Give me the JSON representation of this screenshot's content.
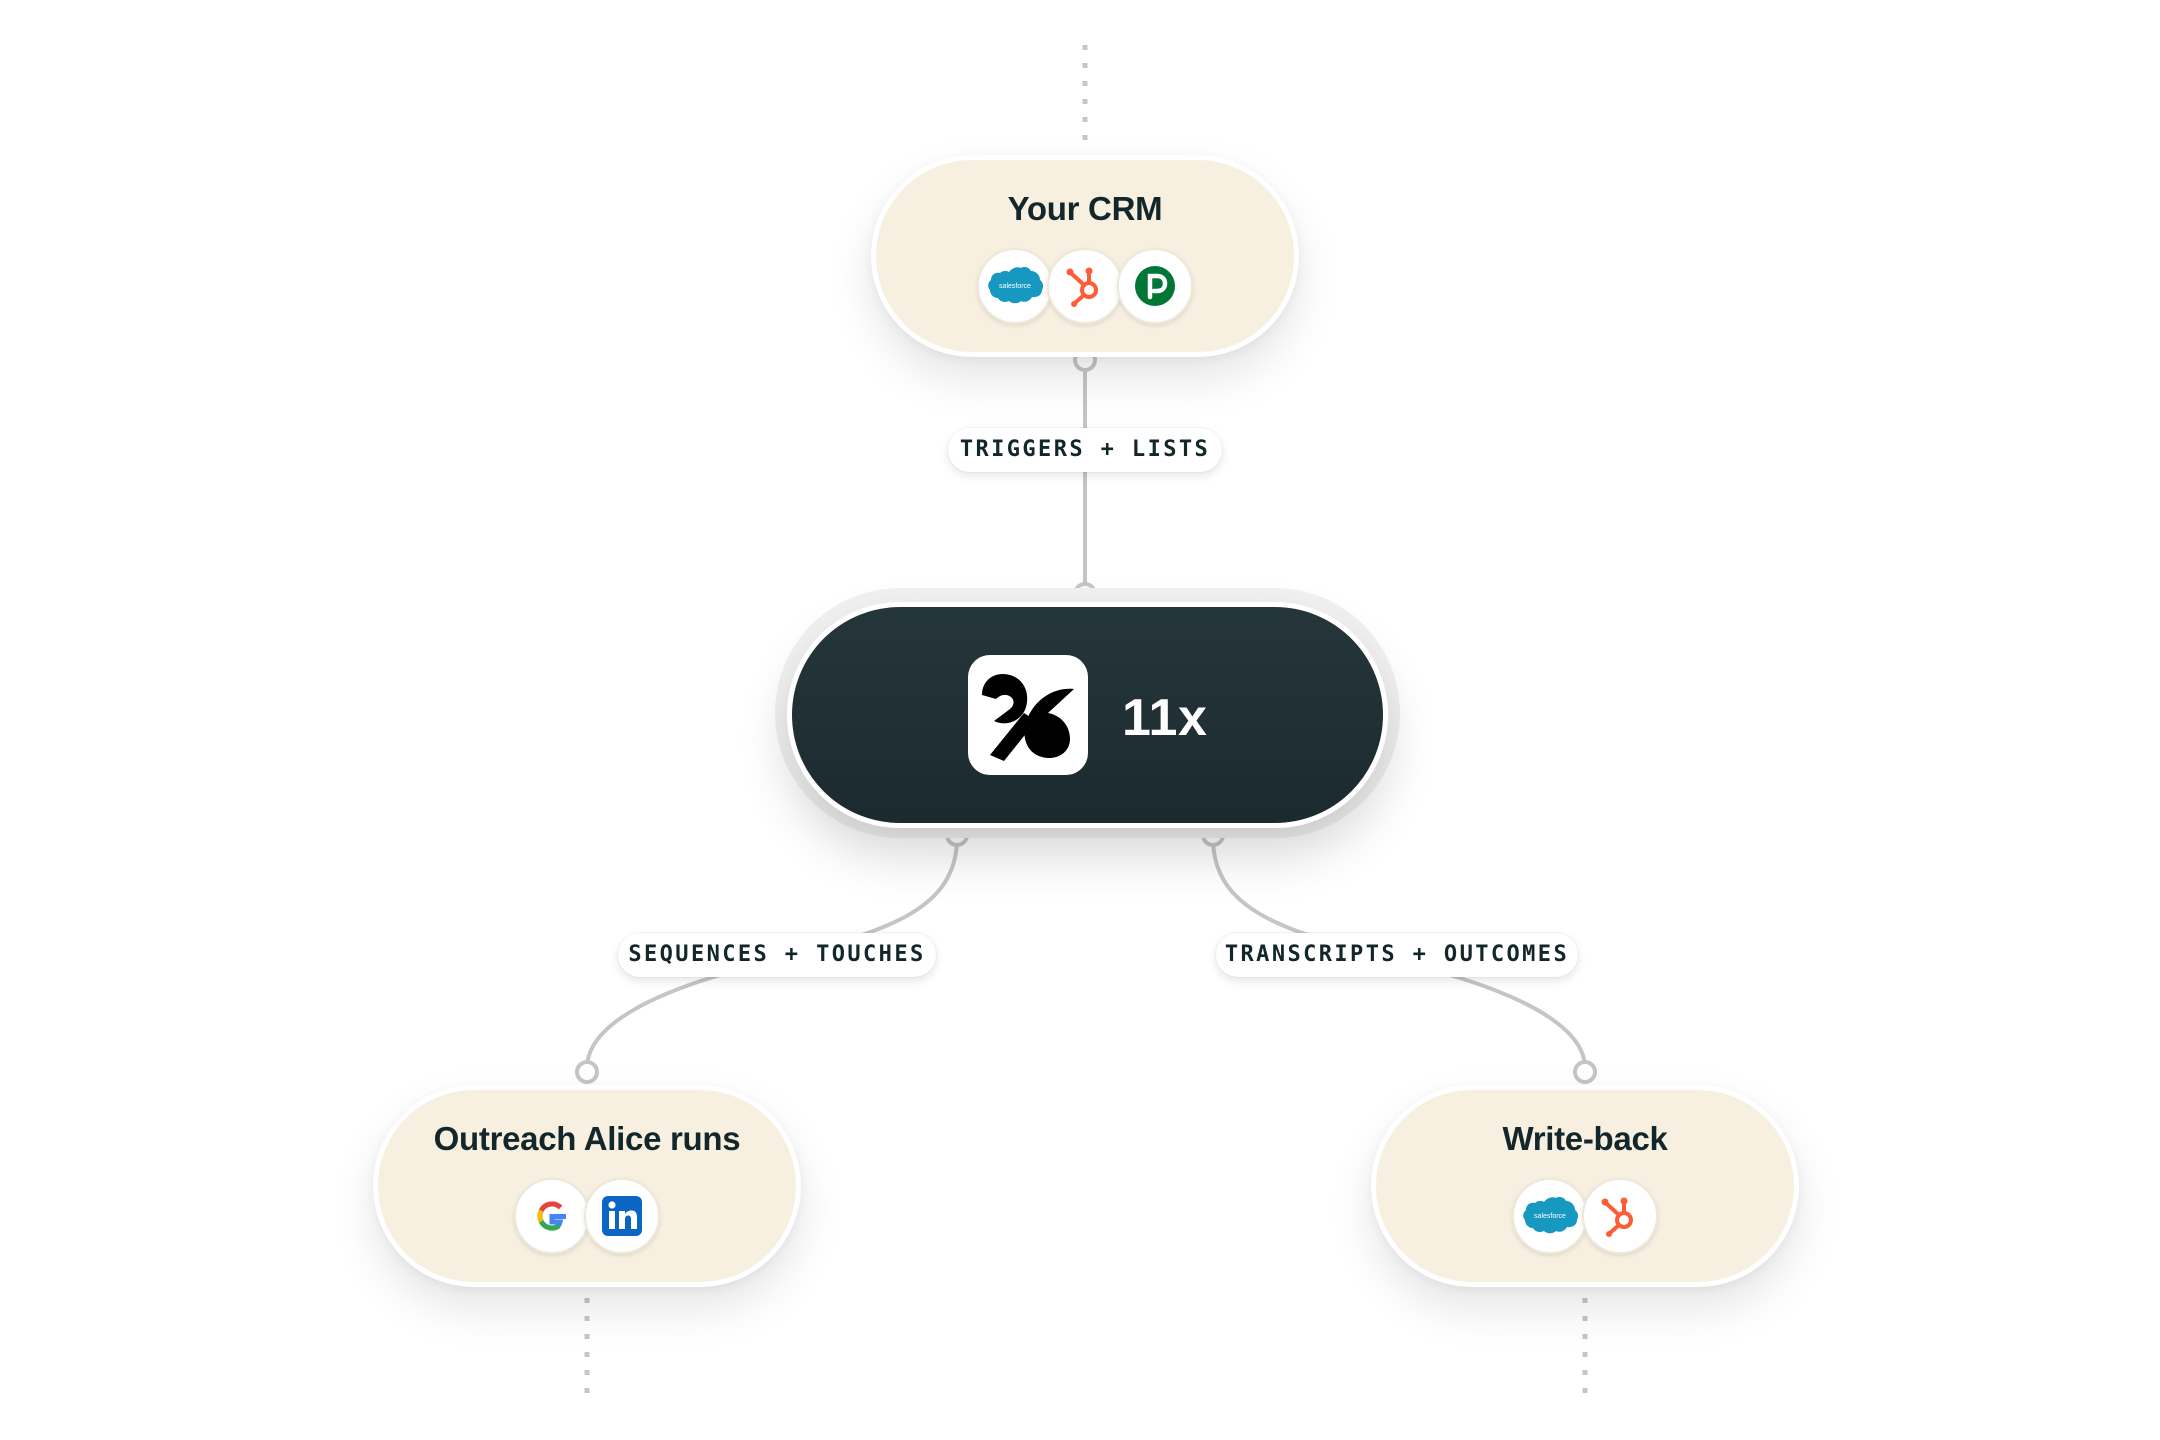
{
  "nodes": {
    "crm": {
      "title": "Your CRM",
      "icons": [
        "salesforce-icon",
        "hubspot-icon",
        "pipedrive-icon"
      ]
    },
    "hub": {
      "label": "11x",
      "icon": "11x-logo-icon"
    },
    "outreach": {
      "title": "Outreach Alice runs",
      "icons": [
        "google-icon",
        "linkedin-icon"
      ]
    },
    "writeback": {
      "title": "Write-back",
      "icons": [
        "salesforce-icon",
        "hubspot-icon"
      ]
    }
  },
  "edges": {
    "crm_to_hub": "TRIGGERS + LISTS",
    "hub_to_outreach": "SEQUENCES + TOUCHES",
    "hub_to_writeback": "TRANSCRIPTS + OUTCOMES"
  },
  "logo_text": {
    "salesforce": "salesforce"
  },
  "colors": {
    "node_fill": "#f7f0e1",
    "hub_fill": "#1f3034",
    "text_dark": "#13272b",
    "connector": "#c4c6c6",
    "salesforce": "#1798c1",
    "hubspot": "#ff5c35",
    "pipedrive": "#017737",
    "linkedin": "#0a66c2"
  }
}
